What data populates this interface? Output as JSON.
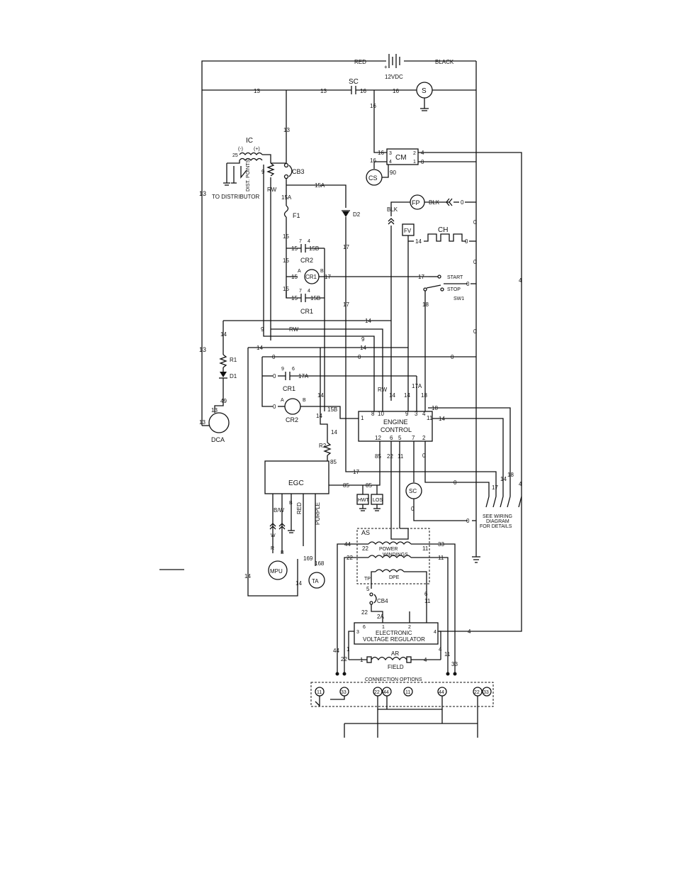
{
  "wires": {
    "red": "RED",
    "black": "BLACK",
    "blk": "BLK",
    "rw": "RW",
    "n0": "0",
    "n4": "4",
    "n9": "9",
    "n13": "13",
    "n14": "14",
    "n15": "15",
    "n15a": "15A",
    "n15b": "15B",
    "n16": "16",
    "n17": "17",
    "n17a": "17A",
    "n18": "18",
    "n49": "49",
    "n85": "85",
    "n90": "90",
    "n22": "22",
    "n44": "44",
    "n33": "33",
    "n11": "11",
    "n6": "6",
    "n5": "5",
    "n2a": "2A",
    "n1": "1",
    "n25": "25",
    "n168": "168",
    "n169": "169",
    "w": "W",
    "r": "R",
    "b": "B",
    "bw": "B/W",
    "red2": "RED",
    "purple": "PURPLE"
  },
  "battery": {
    "voltage": "12VDC",
    "plus": "+"
  },
  "components": {
    "sc": "SC",
    "s": "S",
    "ic": "IC",
    "ic_minus": "(-)",
    "ic_plus": "(+)",
    "dist_points": "DIST. POINTS",
    "to_distributor": "TO DISTRIBUTOR",
    "cb3": "CB3",
    "f1": "F1",
    "d2": "D2",
    "cm": "CM",
    "cs": "CS",
    "fp": "FP",
    "fv": "FV",
    "ch": "CH",
    "cr1": "CR1",
    "cr2": "CR2",
    "start": "START",
    "stop": "STOP",
    "sw1": "SW1",
    "r1": "R1",
    "d1": "D1",
    "dca": "DCA",
    "r2": "R2",
    "egc": "EGC",
    "mpu": "MPU",
    "ta": "TA",
    "hwt": "HWT",
    "los": "LOS",
    "sc2": "SC",
    "see_wiring": "SEE WIRING",
    "diagram": "DIAGRAM",
    "for_details": "FOR DETAILS",
    "as": "AS",
    "power": "POWER",
    "windings": "WINDINGS",
    "dpe": "DPE",
    "tp": "TP",
    "cb4": "CB4",
    "evr1": "ELECTRONIC",
    "evr2": "VOLTAGE REGULATOR",
    "ar": "AR",
    "field": "FIELD",
    "connection_options": "CONNECTION OPTIONS"
  },
  "engine_control": {
    "line1": "ENGINE",
    "line2": "CONTROL",
    "pins_top": [
      "8",
      "10",
      "9",
      "3",
      "4"
    ],
    "pins_bottom": [
      "12",
      "6",
      "5",
      "7",
      "2"
    ],
    "pin_left": "1",
    "pin_right": "11"
  },
  "relay_pins": {
    "a": "A",
    "b": "B",
    "p7": "7",
    "p4": "4",
    "p9": "9",
    "p6": "6",
    "p3": "3",
    "p2": "2",
    "p1": "1"
  },
  "terminals": [
    "11",
    "33",
    "22",
    "44",
    "11",
    "44",
    "22",
    "33"
  ]
}
